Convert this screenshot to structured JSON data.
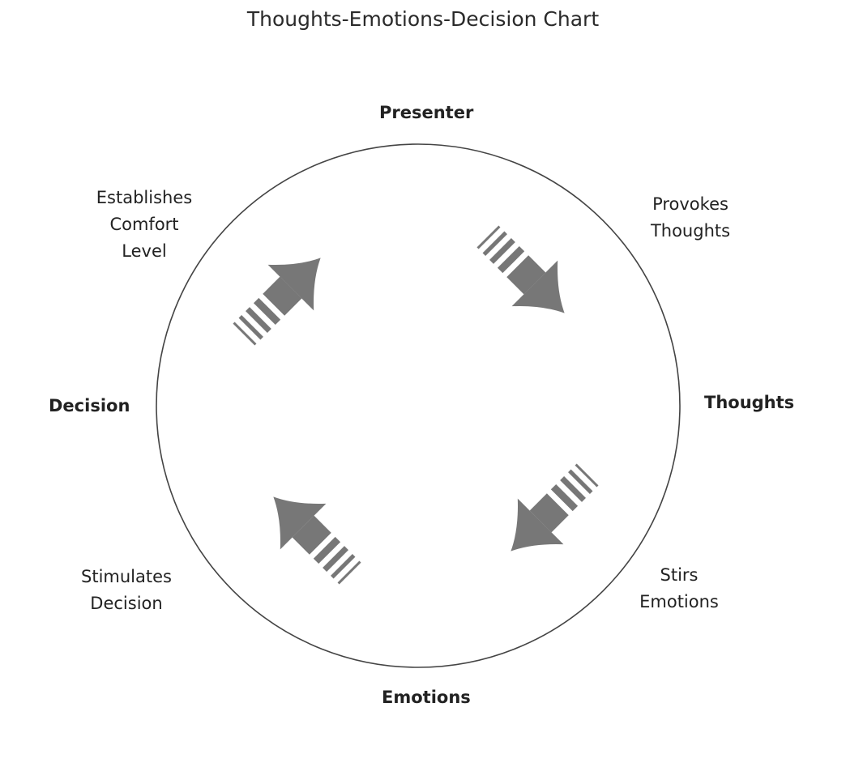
{
  "title": "Thoughts-Emotions-Decision Chart",
  "nodes": {
    "top": "Presenter",
    "right": "Thoughts",
    "bottom": "Emotions",
    "left": "Decision"
  },
  "transitions": {
    "top_right": [
      "Provokes",
      "Thoughts"
    ],
    "bottom_right": [
      "Stirs",
      "Emotions"
    ],
    "bottom_left": [
      "Stimulates",
      "Decision"
    ],
    "top_left": [
      "Establishes",
      "Comfort",
      "Level"
    ]
  },
  "colors": {
    "circle": "#444444",
    "arrow": "#777777",
    "text": "#222222"
  },
  "icons": [
    "arrow-down-right-icon",
    "arrow-down-left-icon",
    "arrow-up-left-icon",
    "arrow-up-right-icon"
  ]
}
